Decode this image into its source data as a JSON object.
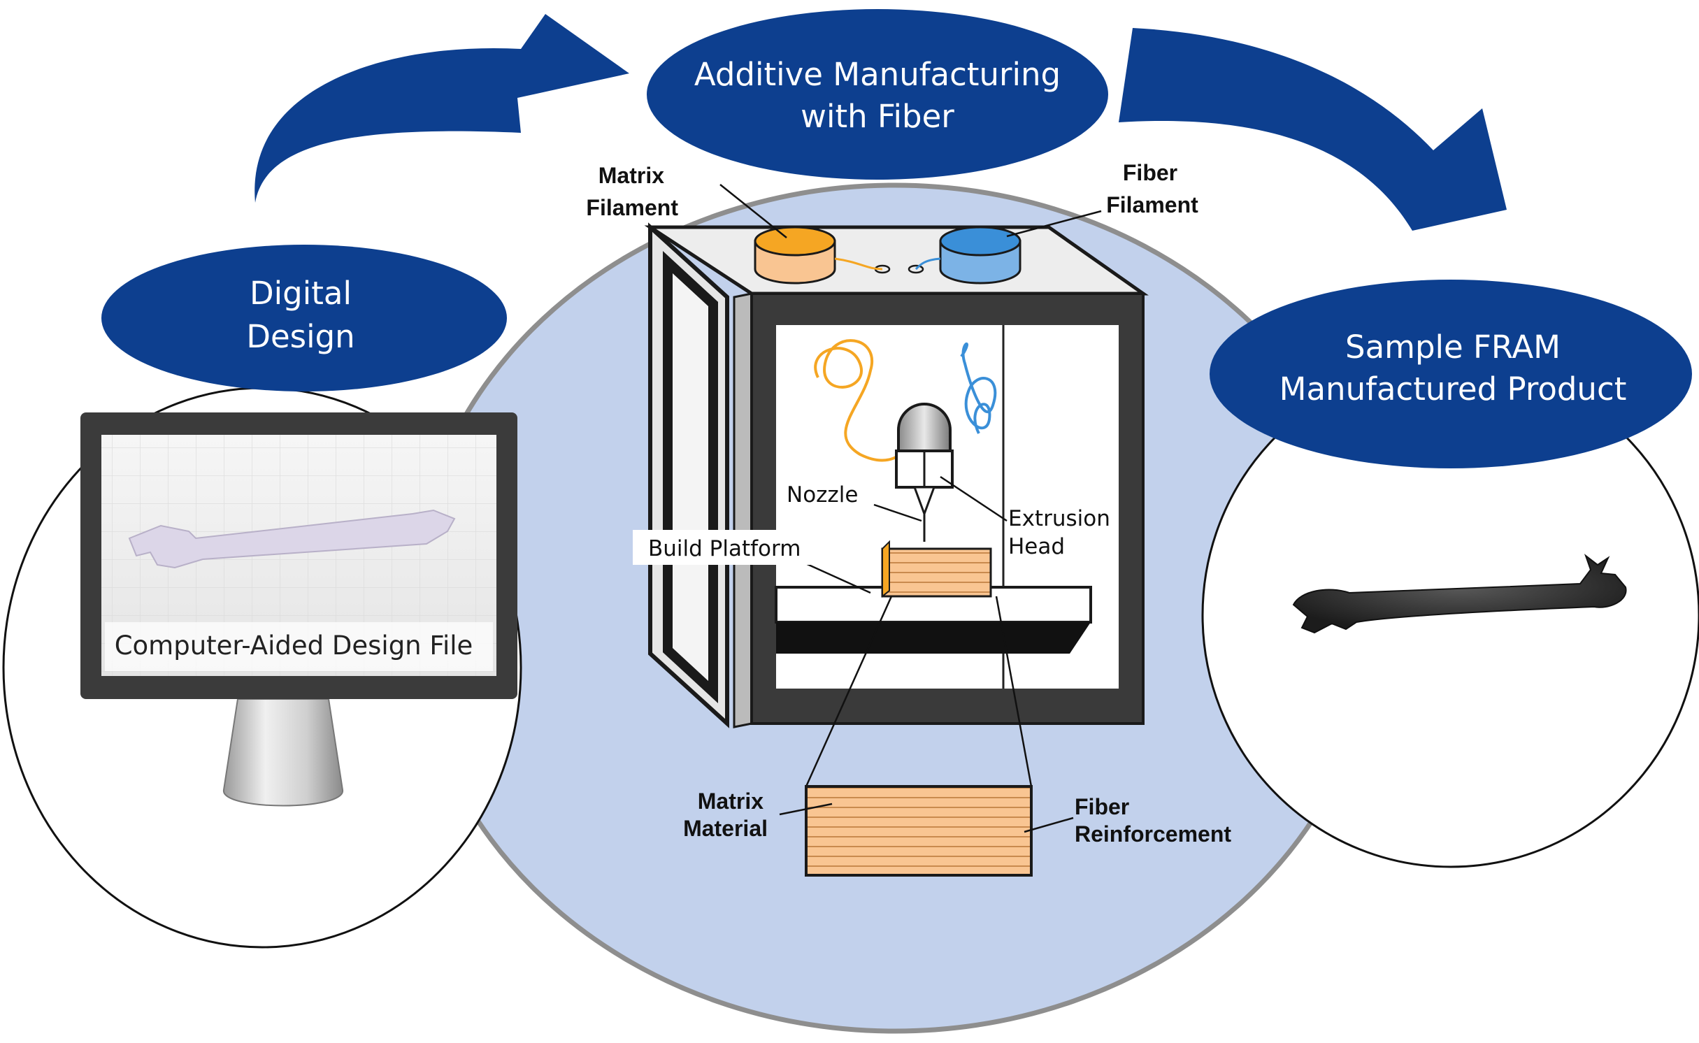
{
  "stages": {
    "digital_design": {
      "line1": "Digital",
      "line2": "Design"
    },
    "additive_manufacturing": {
      "line1": "Additive Manufacturing",
      "line2": "with Fiber"
    },
    "sample_product": {
      "line1": "Sample FRAM",
      "line2": "Manufactured Product"
    }
  },
  "cad": {
    "caption": "Computer-Aided Design File"
  },
  "printer_labels": {
    "matrix_filament": {
      "line1": "Matrix",
      "line2": "Filament"
    },
    "fiber_filament": {
      "line1": "Fiber",
      "line2": "Filament"
    },
    "nozzle": "Nozzle",
    "extrusion_head": {
      "line1": "Extrusion",
      "line2": "Head"
    },
    "build_platform": "Build Platform",
    "matrix_material": {
      "line1": "Matrix",
      "line2": "Material"
    },
    "fiber_reinforcement": {
      "line1": "Fiber",
      "line2": "Reinforcement"
    }
  },
  "colors": {
    "stage_blue": "#0d3f8f",
    "background_disc": "#c2d1ec",
    "matrix_orange": "#f5a623",
    "fiber_blue": "#3a8fd8",
    "material_peach": "#f9c592"
  }
}
